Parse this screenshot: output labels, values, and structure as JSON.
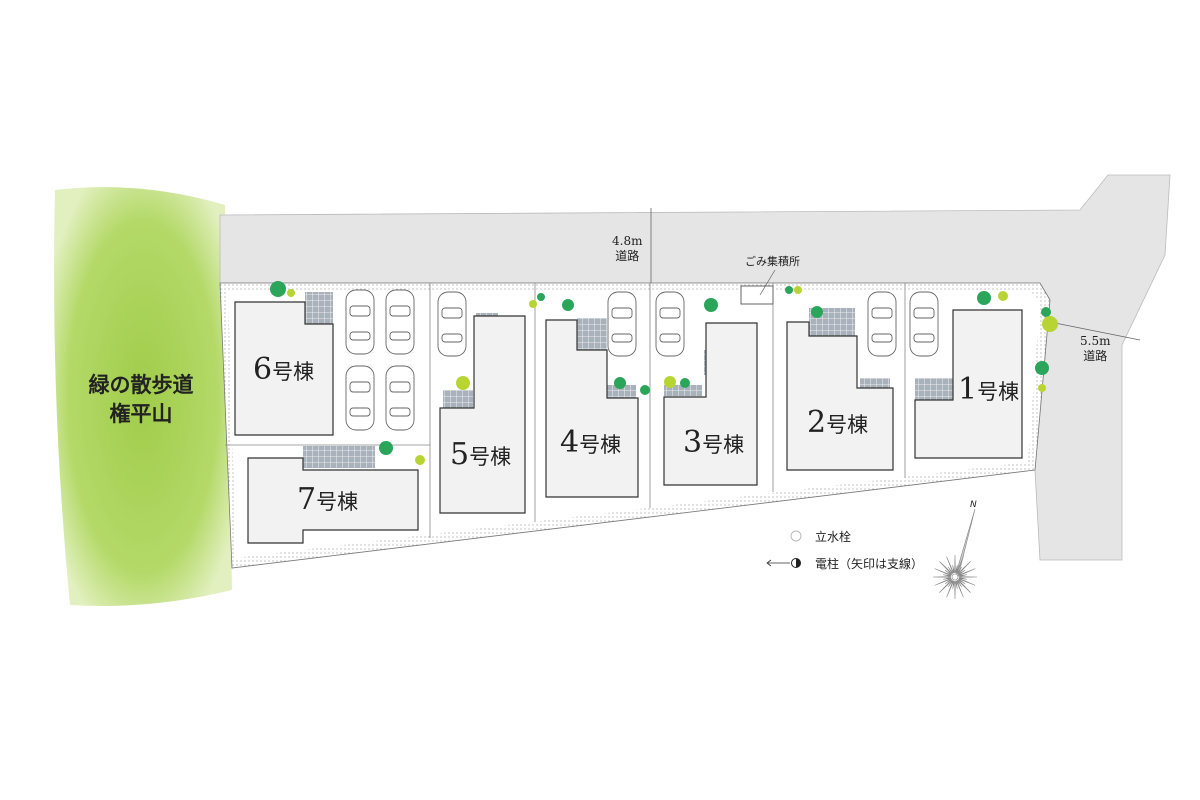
{
  "park": {
    "line1": "緑の散歩道",
    "line2": "権平山"
  },
  "roads": [
    {
      "width": "4.8m",
      "label": "道路"
    },
    {
      "width": "5.5m",
      "label": "道路"
    }
  ],
  "garbage": "ごみ集積所",
  "houses": [
    {
      "num": "6",
      "suffix": "号棟"
    },
    {
      "num": "7",
      "suffix": "号棟"
    },
    {
      "num": "5",
      "suffix": "号棟"
    },
    {
      "num": "4",
      "suffix": "号棟"
    },
    {
      "num": "3",
      "suffix": "号棟"
    },
    {
      "num": "2",
      "suffix": "号棟"
    },
    {
      "num": "1",
      "suffix": "号棟"
    }
  ],
  "legend": {
    "hydrant": "立水栓",
    "pole": "電柱（矢印は支線）"
  },
  "compass": "N",
  "colors": {
    "green": "#a9d15a",
    "road": "#e5e5e5",
    "house": "#f2f2f2",
    "tree": "#2aa55a",
    "treeLight": "#b8d433",
    "tile": "#a9b2ba"
  }
}
